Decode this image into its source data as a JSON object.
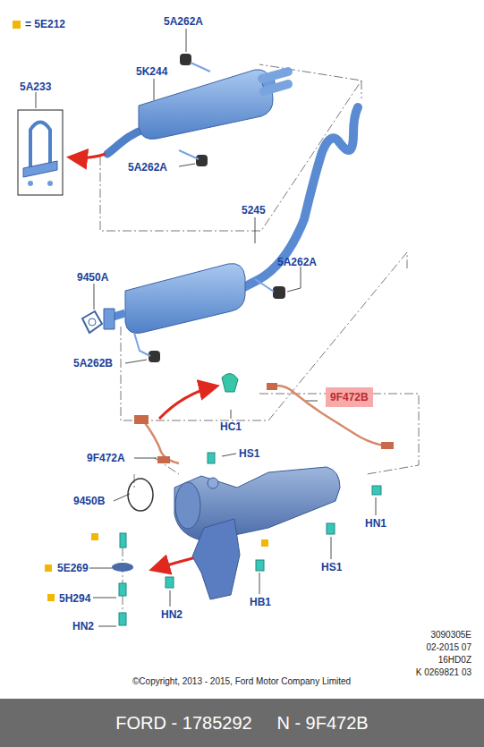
{
  "diagram": {
    "nodes": [
      {
        "text": [
          "9F472B"
        ]
      },
      {
        "text": [
          "FORD - 1785292     N - 9F472B"
        ]
      }
    ],
    "labels": [
      "5A262A",
      "5K244",
      "5A233",
      "5A262A",
      "5245",
      "5A262A",
      "9450A",
      "5A262B",
      "HC1",
      "9F472A",
      "HS1",
      "9450B",
      "HN1",
      "HS1",
      "5E269",
      "5H294",
      "HN2",
      "HB1",
      "HN2",
      "3090305E",
      "02-2015 07",
      "16HD0Z",
      "K 0269821 03",
      "©Copyright, 2013 - 2015, Ford Motor Company Limited"
    ],
    "legend": [
      {
        "text": "= 5E212",
        "color": "#f2b705"
      }
    ]
  }
}
